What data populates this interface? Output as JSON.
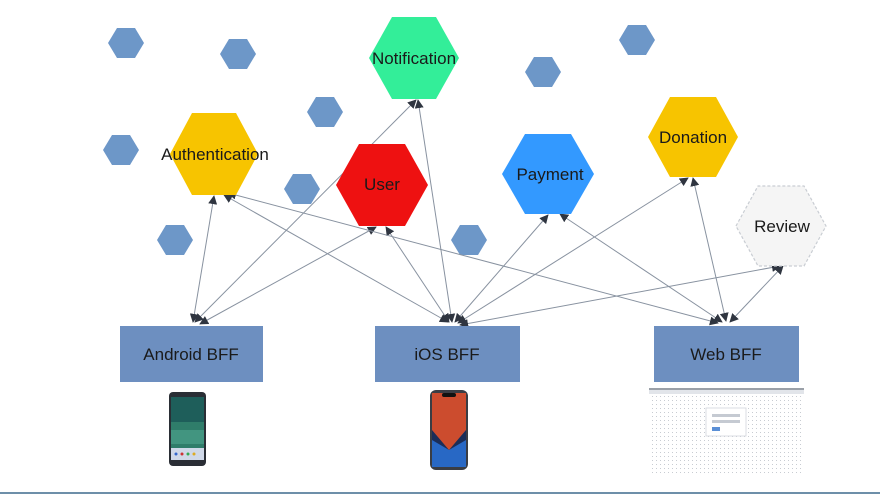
{
  "services": {
    "notification": {
      "label": "Notification",
      "color": "#33ee99"
    },
    "authentication": {
      "label": "Authentication",
      "color": "#f7c400"
    },
    "user": {
      "label": "User",
      "color": "#ee1111"
    },
    "payment": {
      "label": "Payment",
      "color": "#3399ff"
    },
    "donation": {
      "label": "Donation",
      "color": "#f7c400"
    },
    "review": {
      "label": "Review",
      "color": "#f5f5f5"
    }
  },
  "bffs": {
    "android": {
      "label": "Android BFF"
    },
    "ios": {
      "label": "iOS BFF"
    },
    "web": {
      "label": "Web BFF"
    }
  },
  "colors": {
    "bff_box": "#6d8fc0",
    "small_hex": "#6d97c8",
    "arrow": "#8892a0",
    "arrow_head": "#2f3540"
  },
  "icons": {
    "android": "android-phone-icon",
    "ios": "iphone-icon",
    "web": "web-browser-screenshot-icon"
  }
}
